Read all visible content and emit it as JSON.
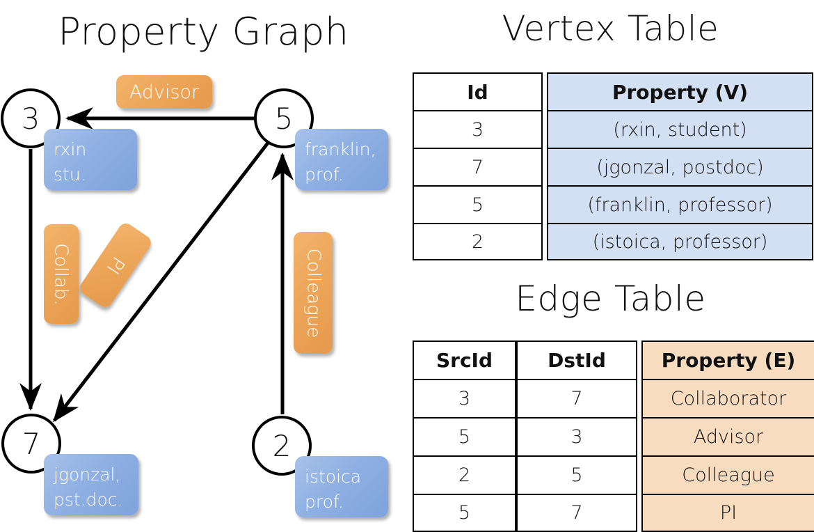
{
  "titles": {
    "property_graph": "Property Graph",
    "vertex_table": "Vertex Table",
    "edge_table": "Edge Table"
  },
  "colors": {
    "vertex_property_fill": "#d3dff2",
    "edge_property_fill": "#f8dcc0",
    "vertex_callout": "#8fb0e2",
    "edge_callout": "#eca559",
    "stroke": "#000000"
  },
  "graph": {
    "nodes": [
      {
        "id": "3",
        "property_line1": "rxin",
        "property_line2": "stu."
      },
      {
        "id": "5",
        "property_line1": "franklin,",
        "property_line2": "prof."
      },
      {
        "id": "7",
        "property_line1": "jgonzal,",
        "property_line2": "pst.doc."
      },
      {
        "id": "2",
        "property_line1": "istoica",
        "property_line2": "prof."
      }
    ],
    "edge_labels": [
      {
        "key": "advisor",
        "text": "Advisor",
        "from": "5",
        "to": "3"
      },
      {
        "key": "collab",
        "text": "Collab.",
        "from": "3",
        "to": "7"
      },
      {
        "key": "pi",
        "text": "PI",
        "from": "5",
        "to": "7"
      },
      {
        "key": "colleague",
        "text": "Colleague",
        "from": "2",
        "to": "5"
      }
    ]
  },
  "vertex_table": {
    "headers": [
      "Id",
      "Property (V)"
    ],
    "rows": [
      {
        "id": "3",
        "property": "(rxin, student)"
      },
      {
        "id": "7",
        "property": "(jgonzal, postdoc)"
      },
      {
        "id": "5",
        "property": "(franklin, professor)"
      },
      {
        "id": "2",
        "property": "(istoica, professor)"
      }
    ]
  },
  "edge_table": {
    "headers": [
      "SrcId",
      "DstId",
      "Property (E)"
    ],
    "rows": [
      {
        "src": "3",
        "dst": "7",
        "property": "Collaborator"
      },
      {
        "src": "5",
        "dst": "3",
        "property": "Advisor"
      },
      {
        "src": "2",
        "dst": "5",
        "property": "Colleague"
      },
      {
        "src": "5",
        "dst": "7",
        "property": "PI"
      }
    ]
  }
}
